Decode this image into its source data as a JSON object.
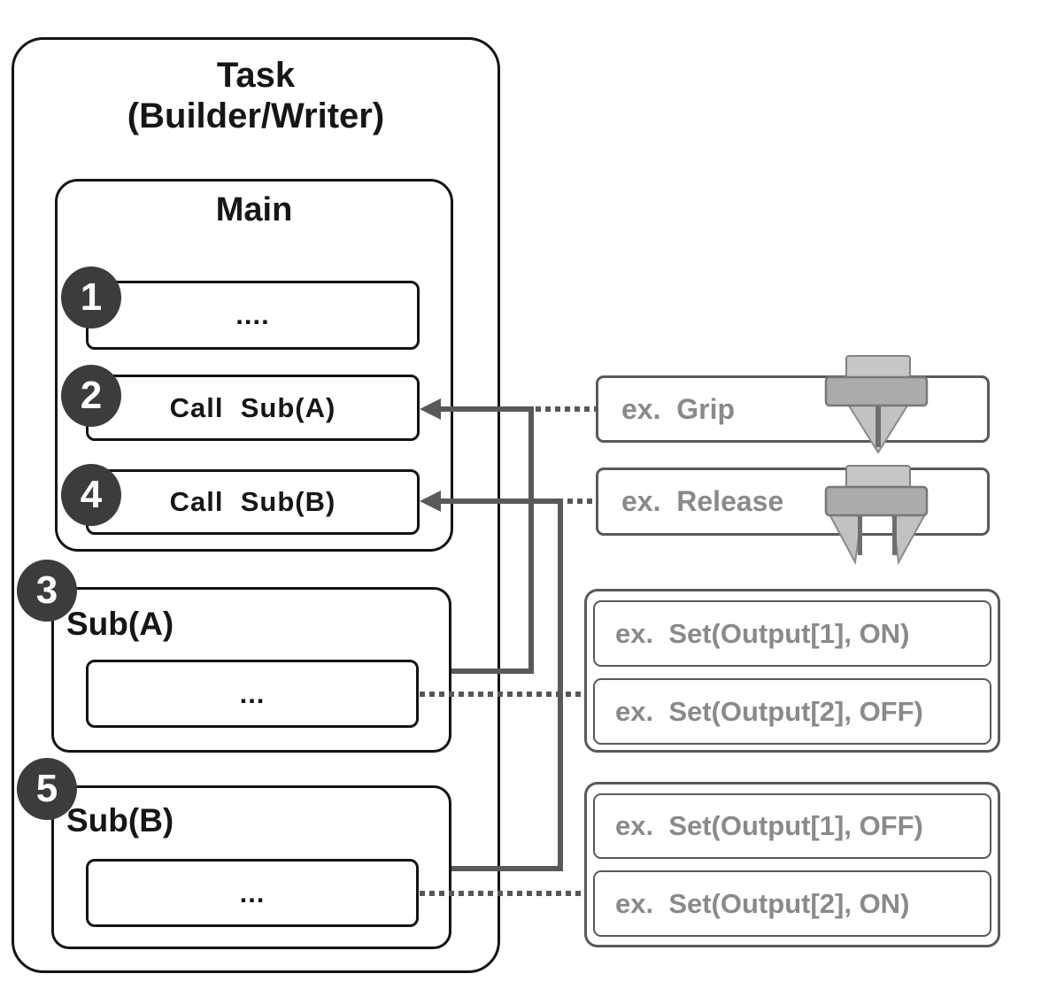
{
  "task": {
    "title_line1": "Task",
    "title_line2": "(Builder/Writer)"
  },
  "main": {
    "title": "Main",
    "items": [
      {
        "step": "1",
        "label": "...."
      },
      {
        "step": "2",
        "label": "Call  Sub(A)"
      },
      {
        "step": "4",
        "label": "Call  Sub(B)"
      }
    ]
  },
  "subroutines": [
    {
      "step": "3",
      "label": "Sub(A)",
      "body": "..."
    },
    {
      "step": "5",
      "label": "Sub(B)",
      "body": "..."
    }
  ],
  "annotations": {
    "grip": {
      "label": "ex.  Grip",
      "icon": "gripper-closed-icon"
    },
    "release": {
      "label": "ex.  Release",
      "icon": "gripper-open-icon"
    },
    "sub_a_examples": [
      {
        "label": "ex.  Set(Output[1], ON)"
      },
      {
        "label": "ex.  Set(Output[2], OFF)"
      }
    ],
    "sub_b_examples": [
      {
        "label": "ex.  Set(Output[1], OFF)"
      },
      {
        "label": "ex.  Set(Output[2], ON)"
      }
    ]
  },
  "colors": {
    "connector_gray": "#595959",
    "annotation_text_gray": "#8a8a8a",
    "step_circle_fill": "#3c3c3c",
    "outline_black": "#141414",
    "gripper_light": "#c6c6c6",
    "gripper_mid": "#ababab"
  }
}
